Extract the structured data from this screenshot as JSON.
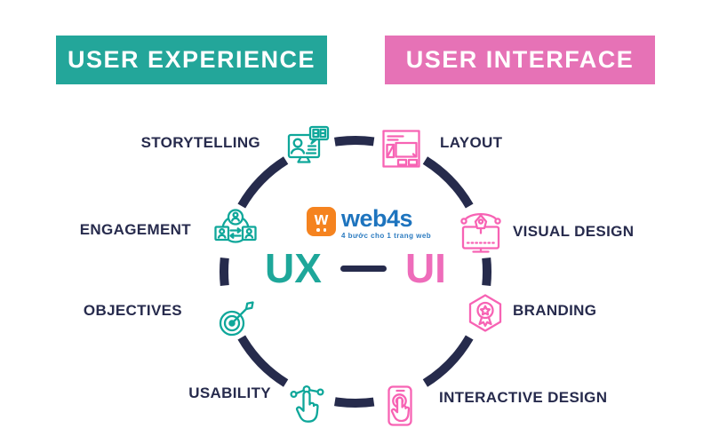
{
  "header": {
    "ux_banner": "USER EXPERIENCE",
    "ui_banner": "USER INTERFACE"
  },
  "logo": {
    "mark": "w",
    "name": "web4s",
    "tagline": "4 bước cho 1 trang web"
  },
  "center": {
    "ux": "UX",
    "ui": "UI"
  },
  "ux_items": [
    {
      "label": "STORYTELLING",
      "icon": "storytelling-icon"
    },
    {
      "label": "ENGAGEMENT",
      "icon": "engagement-icon"
    },
    {
      "label": "OBJECTIVES",
      "icon": "objectives-icon"
    },
    {
      "label": "USABILITY",
      "icon": "usability-icon"
    }
  ],
  "ui_items": [
    {
      "label": "LAYOUT",
      "icon": "layout-icon"
    },
    {
      "label": "VISUAL DESIGN",
      "icon": "visual-design-icon"
    },
    {
      "label": "BRANDING",
      "icon": "branding-icon"
    },
    {
      "label": "INTERACTIVE DESIGN",
      "icon": "interactive-design-icon"
    }
  ],
  "colors": {
    "teal_banner": "#23A69A",
    "pink_banner": "#E672B6",
    "icon_teal": "#0FA79A",
    "icon_pink": "#F763B4",
    "navy": "#272B4D",
    "logo_orange": "#F5831F",
    "logo_blue": "#1E74BE"
  }
}
